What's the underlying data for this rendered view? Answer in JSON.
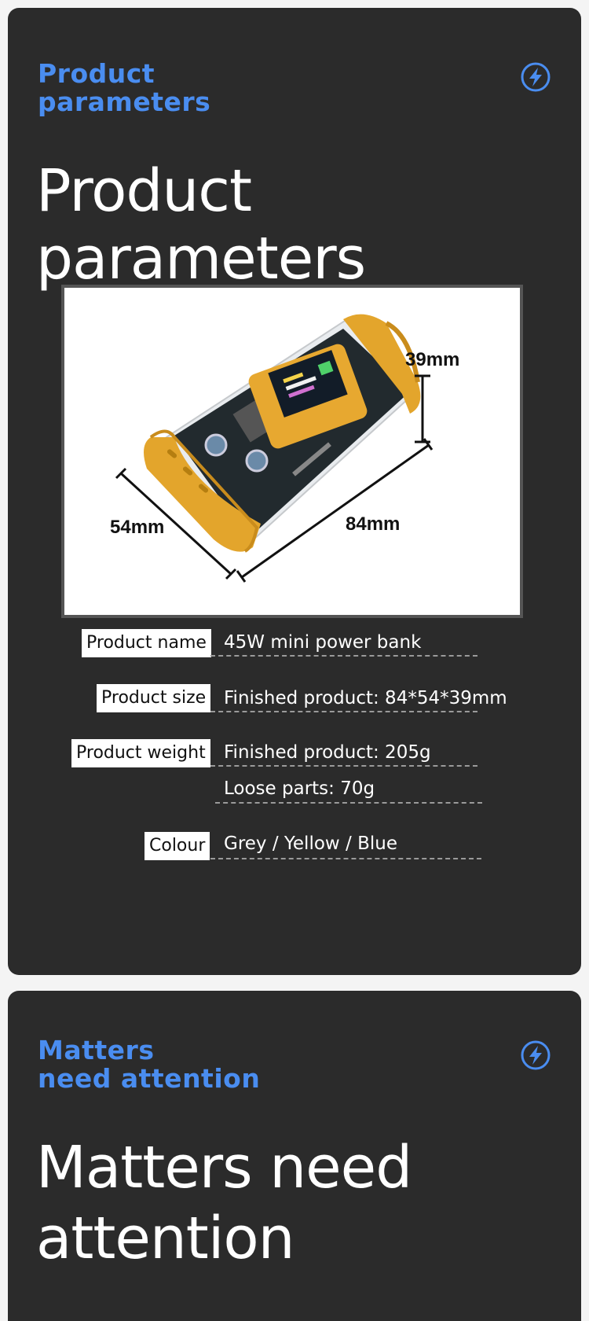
{
  "section1": {
    "kicker_line1": "Product",
    "kicker_line2": "parameters",
    "title": "Product parameters",
    "icon": "lightning-icon",
    "dimensions": {
      "height": "39mm",
      "length": "84mm",
      "width": "54mm"
    },
    "specs": [
      {
        "label": "Product name",
        "values": [
          "45W mini power bank"
        ]
      },
      {
        "label": "Product size",
        "values": [
          "Finished product: 84*54*39mm"
        ]
      },
      {
        "label": "Product weight",
        "values": [
          "Finished product: 205g",
          "Loose parts: 70g"
        ]
      },
      {
        "label": "Colour",
        "values": [
          "Grey / Yellow / Blue"
        ]
      }
    ]
  },
  "section2": {
    "kicker_line1": "Matters",
    "kicker_line2": "need attention",
    "title_line1": "Matters need",
    "title_line2": "attention",
    "icon": "lightning-icon"
  },
  "colors": {
    "accent": "#4a8df0",
    "card": "#2b2b2b",
    "product": "#e3a52c"
  }
}
